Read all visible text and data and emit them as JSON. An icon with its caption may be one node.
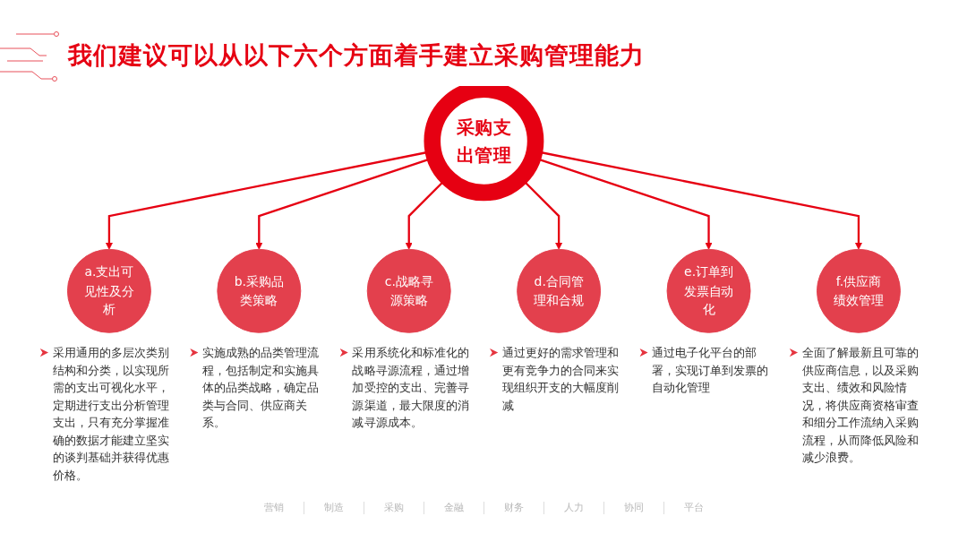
{
  "diagram": {
    "title": "我们建议可以从以下六个方面着手建立采购管理能力",
    "nodes": [
      {
        "text": [
          "采购支出管理"
        ]
      },
      {
        "text": [
          "a.支出可见性及分析"
        ],
        "beside": [
          "采用通用的多层次类别结构和分类，以实现所需的支出可视化水平，定期进行支出分析管理支出，只有充分掌握准确的数据才能建立坚实的谈判基础并获得优惠价格。"
        ]
      },
      {
        "text": [
          "b.采购品类策略"
        ],
        "beside": [
          "实施成熟的品类管理流程，包括制定和实施具体的品类战略，确定品类与合同、供应商关系。"
        ]
      },
      {
        "text": [
          "c.战略寻源策略"
        ],
        "beside": [
          "采用系统化和标准化的战略寻源流程，通过增加受控的支出、完善寻源渠道，最大限度的消减寻源成本。"
        ]
      },
      {
        "text": [
          "d.合同管理和合规"
        ],
        "beside": [
          "通过更好的需求管理和更有竞争力的合同来实现组织开支的大幅度削减"
        ]
      },
      {
        "text": [
          "e.订单到发票自动化"
        ],
        "beside": [
          "通过电子化平台的部署，实现订单到发票的自动化管理"
        ]
      },
      {
        "text": [
          "f.供应商绩效管理"
        ],
        "beside": [
          "全面了解最新且可靠的供应商信息，以及采购支出、绩效和风险情况，将供应商资格审查和细分工作流纳入采购流程，从而降低风险和减少浪费。"
        ]
      }
    ],
    "edges": [
      {
        "from": 0,
        "to": 1,
        "arrow": "to"
      },
      {
        "from": 0,
        "to": 2,
        "arrow": "to"
      },
      {
        "from": 0,
        "to": 3,
        "arrow": "to"
      },
      {
        "from": 0,
        "to": 4,
        "arrow": "to"
      },
      {
        "from": 0,
        "to": 5,
        "arrow": "to"
      },
      {
        "from": 0,
        "to": 6,
        "arrow": "to"
      }
    ],
    "labels": [
      "营销",
      "制造",
      "采购",
      "金融",
      "财务",
      "人力",
      "协同",
      "平台"
    ]
  }
}
